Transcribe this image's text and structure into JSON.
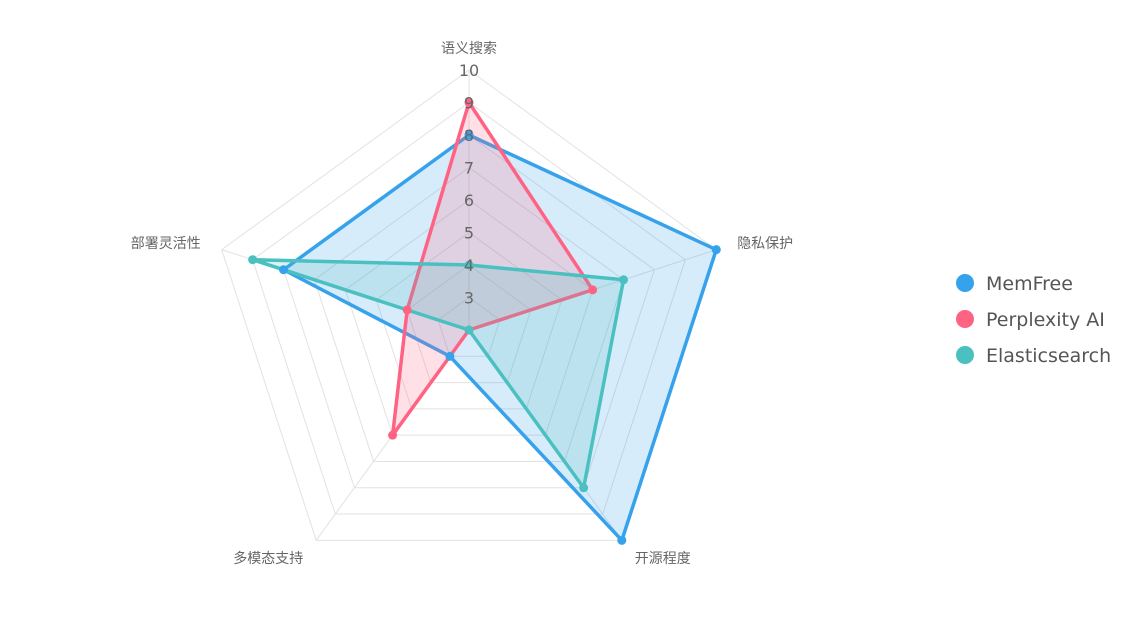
{
  "chart_data": {
    "type": "radar",
    "axes": [
      "语义搜索",
      "隐私保护",
      "开源程度",
      "多模态支持",
      "部署灵活性"
    ],
    "rlim": [
      2,
      10
    ],
    "ticks": [
      "3",
      "4",
      "5",
      "6",
      "7",
      "8",
      "9",
      "10"
    ],
    "grid": true,
    "legend_position": "right",
    "series": [
      {
        "name": "MemFree",
        "values": [
          8,
          10,
          10,
          3,
          8
        ],
        "color": "#36A2EB"
      },
      {
        "name": "Perplexity AI",
        "values": [
          9,
          6,
          2,
          6,
          4
        ],
        "color": "#FF6384"
      },
      {
        "name": "Elasticsearch",
        "values": [
          4,
          7,
          8,
          2,
          9
        ],
        "color": "#4BC0C0"
      }
    ]
  }
}
